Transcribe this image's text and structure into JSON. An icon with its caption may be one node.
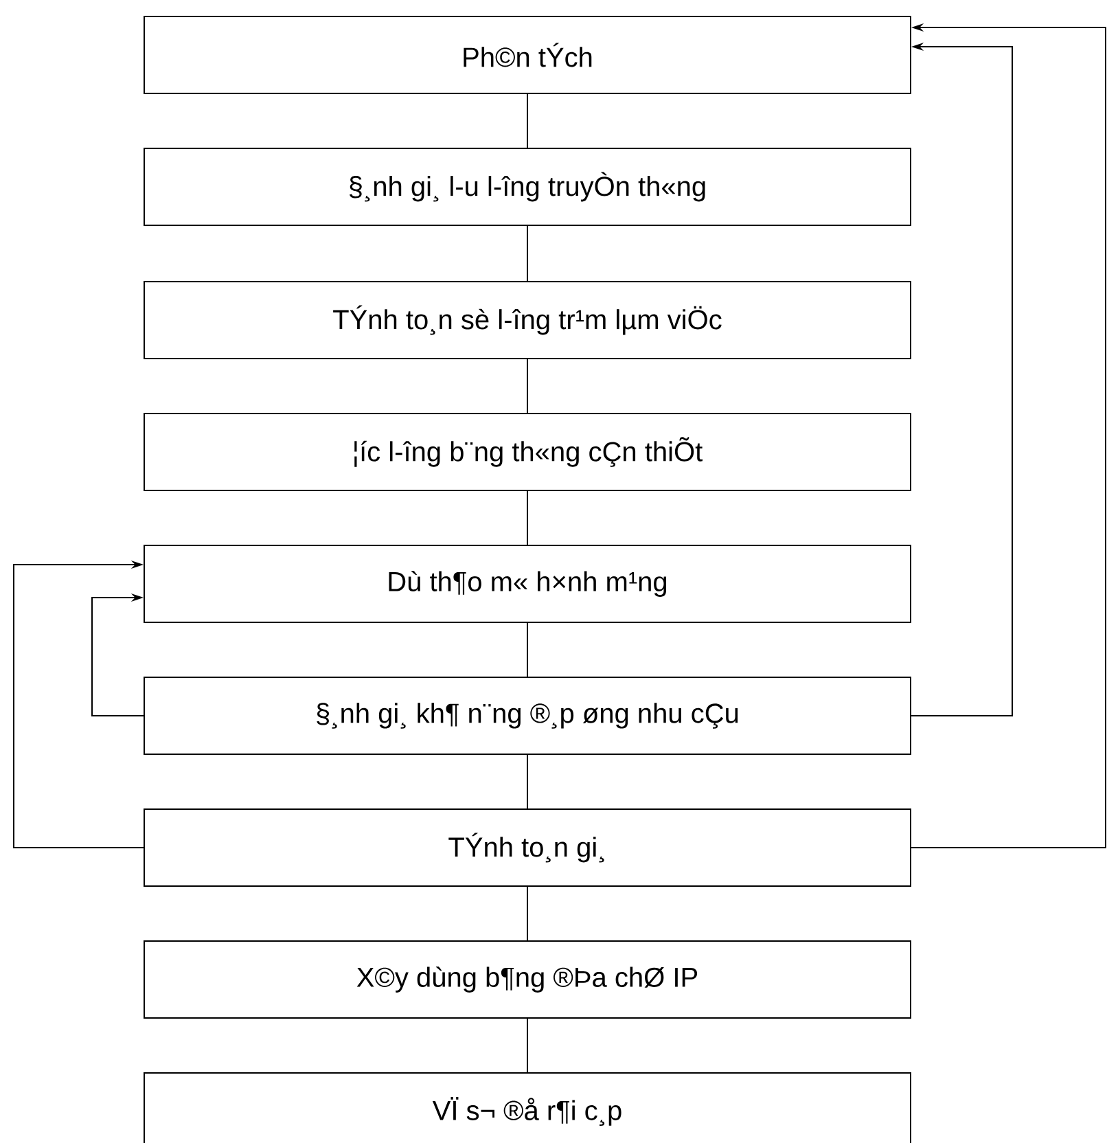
{
  "diagram": {
    "nodes": [
      {
        "text": [
          "Ph©n tÝch"
        ]
      },
      {
        "text": [
          "§¸nh gi¸ l-u l-îng truyÒn th«ng"
        ]
      },
      {
        "text": [
          "TÝnh to¸n sè l-îng tr¹m lµm viÖc"
        ]
      },
      {
        "text": [
          "¦íc l-îng b¨ng th«ng cÇn thiÕt"
        ]
      },
      {
        "text": [
          "Dù th¶o m« h×nh m¹ng"
        ]
      },
      {
        "text": [
          "§¸nh gi¸ kh¶ n¨ng ®¸p øng nhu cÇu"
        ]
      },
      {
        "text": [
          "TÝnh to¸n gi¸"
        ]
      },
      {
        "text": [
          "X©y dùng b¶ng ®Þa chØ IP"
        ]
      },
      {
        "text": [
          "VÏ s¬ ®å r¶i c¸p"
        ]
      }
    ],
    "edges": [
      {
        "from": 0,
        "to": 1,
        "arrow": "none"
      },
      {
        "from": 1,
        "to": 2,
        "arrow": "none"
      },
      {
        "from": 2,
        "to": 3,
        "arrow": "none"
      },
      {
        "from": 3,
        "to": 4,
        "arrow": "none"
      },
      {
        "from": 4,
        "to": 5,
        "arrow": "none"
      },
      {
        "from": 5,
        "to": 6,
        "arrow": "none"
      },
      {
        "from": 6,
        "to": 7,
        "arrow": "none"
      },
      {
        "from": 7,
        "to": 8,
        "arrow": "none"
      },
      {
        "from": 5,
        "to": 0,
        "arrow": "to"
      },
      {
        "from": 6,
        "to": 0,
        "arrow": "to"
      },
      {
        "from": 5,
        "to": 4,
        "arrow": "to"
      },
      {
        "from": 6,
        "to": 4,
        "arrow": "to"
      }
    ]
  }
}
